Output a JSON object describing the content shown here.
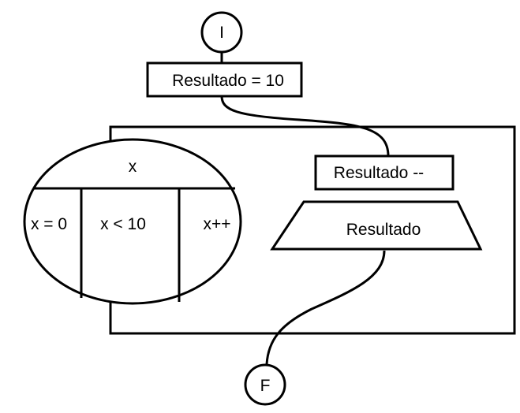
{
  "start_node": {
    "label": "I"
  },
  "init_process": {
    "label": "Resultado = 10"
  },
  "loop": {
    "variable": "x",
    "init": "x = 0",
    "condition": "x < 10",
    "increment": "x++"
  },
  "decrement_process": {
    "label": "Resultado --"
  },
  "output": {
    "label": "Resultado"
  },
  "end_node": {
    "label": "F"
  }
}
